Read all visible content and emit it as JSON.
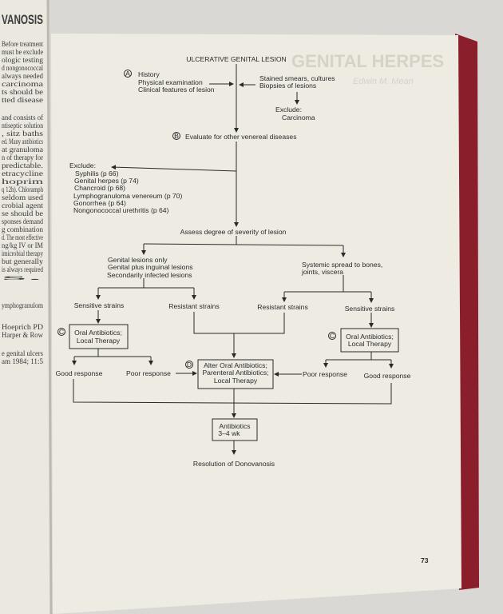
{
  "left_page": {
    "heading_fragment": "VANOSIS",
    "text_fragments": [
      "Before treatment",
      "must be exclude",
      "ologic testing",
      "d nongonococcal",
      "always needed",
      "carcinoma",
      "ts should be",
      "tted disease",
      "and consists of",
      "ntiseptic solution",
      ", sitz baths",
      "ed. Many antibiotics",
      "at granuloma",
      "n of therapy for",
      "predictable.",
      "etracycline",
      "hoprim",
      "q 12h). Chloramph",
      "seldom used",
      "crobial agent",
      "se should be",
      "sponses demand",
      "g combination",
      "d. The most effective",
      "ng/kg IV or IM",
      "imicrobial therapy",
      "but generally",
      "is always required",
      "s.",
      "ymphogranulom",
      "Hoeprich PD",
      "Harper & Row",
      "e genital ulcers",
      "am 1984; 11:5"
    ]
  },
  "ghost_heading": "GENITAL HERPES",
  "ghost_author": "Edwin M. Mean",
  "flowchart": {
    "root": "ULCERATIVE GENITAL LESION",
    "step_a": {
      "marker": "A",
      "lines": [
        "History",
        "Physical examination",
        "Clinical features of lesion"
      ]
    },
    "step_labs": {
      "lines": [
        "Stained smears, cultures",
        "Biopsies of lesions"
      ]
    },
    "exclude_carcinoma": {
      "label": "Exclude:",
      "item": "Carcinoma"
    },
    "step_b": {
      "marker": "B",
      "label": "Evaluate for other venereal diseases"
    },
    "exclude_list": {
      "label": "Exclude:",
      "items": [
        "Syphilis (p 66)",
        "Genital herpes (p 74)",
        "Chancroid (p 68)",
        "Lymphogranuloma venereum (p 70)",
        "Gonorrhea (p 64)",
        "Nongonococcal urethritis (p 64)"
      ]
    },
    "assess": "Assess degree of severity of lesion",
    "local_branch": [
      "Genital lesions only",
      "Genital plus inguinal lesions",
      "Secondarily infected lesions"
    ],
    "systemic_branch": [
      "Systemic spread to bones,",
      "joints, viscera"
    ],
    "left_sensitive": "Sensitive strains",
    "left_resistant": "Resistant strains",
    "right_resistant": "Resistant strains",
    "right_sensitive": "Sensitive strains",
    "step_c_left": {
      "marker": "C",
      "lines": [
        "Oral Antibiotics;",
        "Local Therapy"
      ]
    },
    "step_c_right": {
      "marker": "C",
      "lines": [
        "Oral Antibiotics;",
        "Local Therapy"
      ]
    },
    "left_good": "Good response",
    "left_poor": "Poor response",
    "right_poor": "Poor response",
    "right_good": "Good response",
    "step_d": {
      "marker": "D",
      "lines": [
        "Alter Oral Antibiotics;",
        "Parenteral Antibiotics;",
        "Local Therapy"
      ]
    },
    "antibiotics_box": [
      "Antibiotics",
      "3–4 wk"
    ],
    "outcome": "Resolution of Donovanosis"
  },
  "page_number": "73",
  "colors": {
    "paper": "#eeebe3",
    "ink": "#2a2a2a",
    "cover": "#8a1f2b"
  }
}
